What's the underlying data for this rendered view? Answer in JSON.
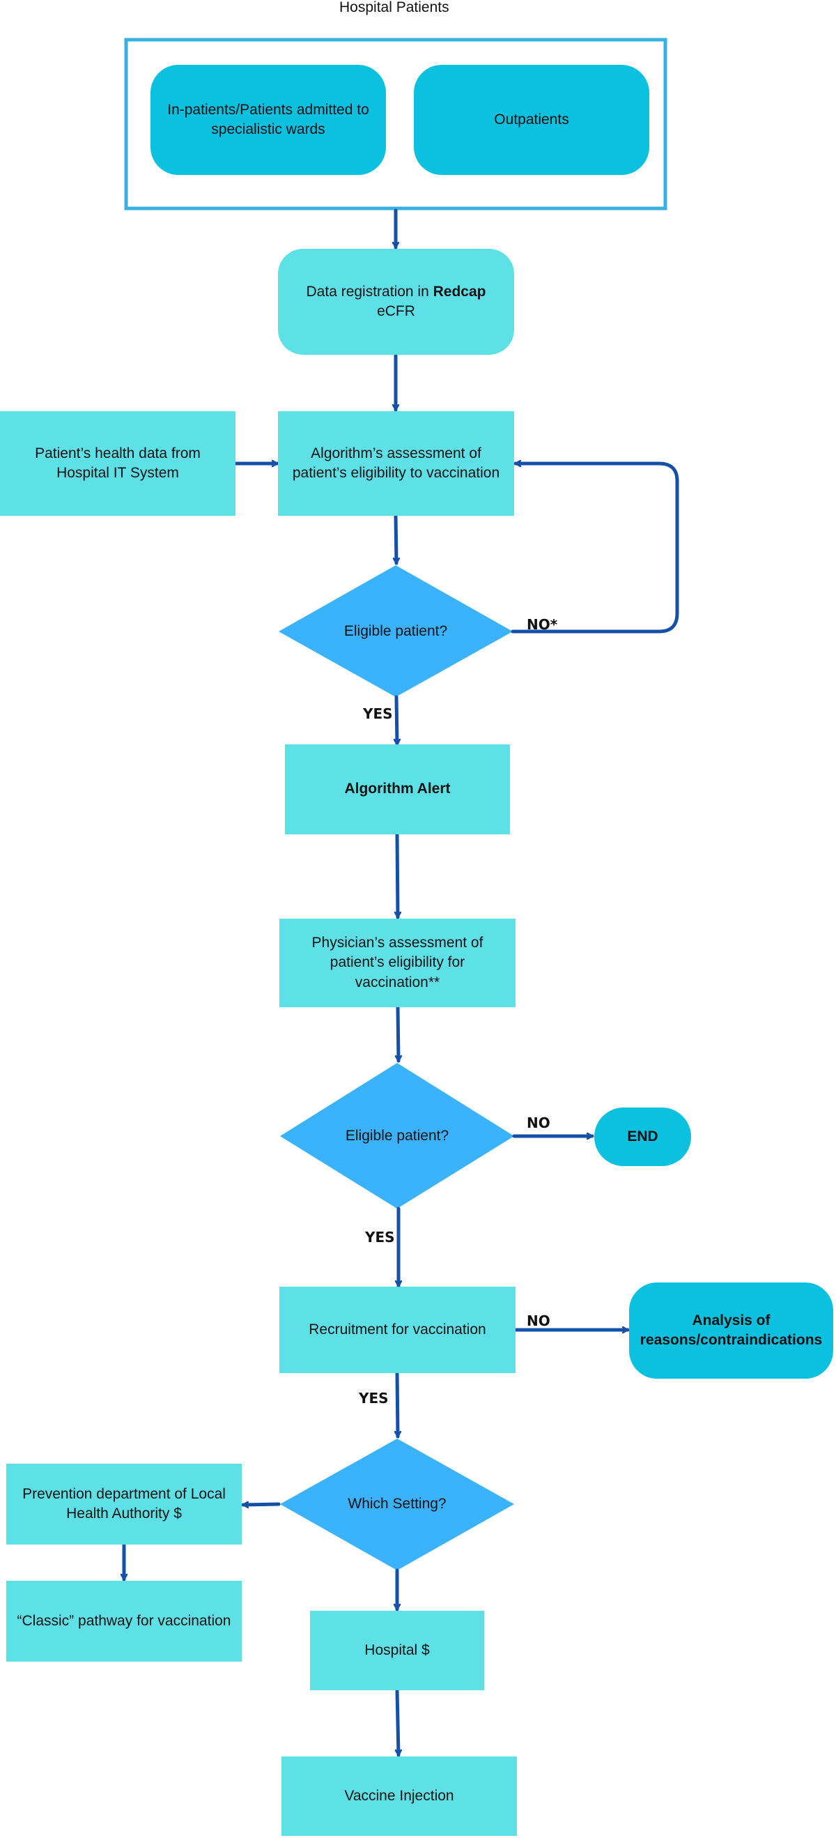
{
  "title": "Hospital Patients",
  "nodes": {
    "inpatients": "In-patients/Patients admitted to specialistic wards",
    "outpatients": "Outpatients",
    "data_registration": {
      "before": "Data registration in ",
      "bold": "Redcap",
      "after": " eCFR"
    },
    "health_data": "Patient’s health data from Hospital IT System",
    "algorithm_assessment": "Algorithm’s assessment of patient’s eligibility to vaccination",
    "eligible_1": "Eligible patient?",
    "algorithm_alert": "Algorithm Alert",
    "physician_assessment": "Physician’s assessment of patient’s eligibility for vaccination**",
    "eligible_2": "Eligible patient?",
    "end": "END",
    "recruitment": "Recruitment for vaccination",
    "analysis": "Analysis of reasons/contraindications",
    "which_setting": "Which Setting?",
    "prevention_dept": "Prevention department of Local Health Authority $",
    "classic_pathway": "“Classic” pathway for vaccination",
    "hospital": "Hospital $",
    "vaccine_injection": "Vaccine Injection"
  },
  "edge_labels": {
    "no_star": "NO*",
    "yes_1": "YES",
    "no_1": "NO",
    "yes_2": "YES",
    "no_2": "NO",
    "yes_3": "YES"
  },
  "colors": {
    "light_cyan_box": "#5ee0e7",
    "cyan_box": "#0cc0e0",
    "diamond": "#3bb3fc",
    "arrow": "#1450a8",
    "group_border": "#3ab0e2"
  }
}
